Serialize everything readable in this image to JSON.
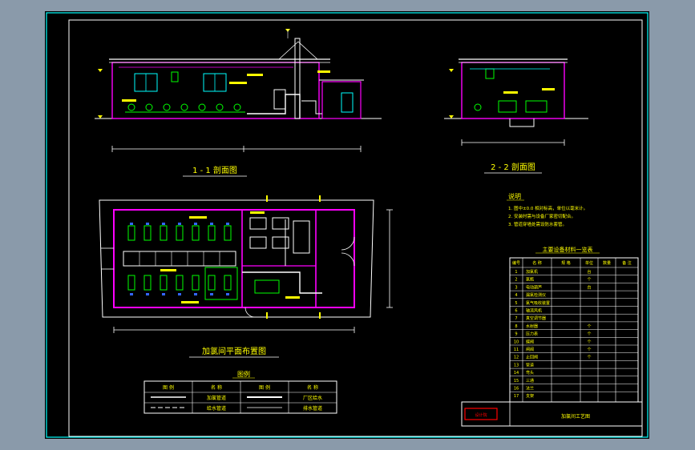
{
  "drawing": {
    "section_a_title": "1 - 1 剖面图",
    "section_b_title": "2 - 2 剖面图",
    "plan_title": "加氯间平面布置图",
    "notes_title": "说明",
    "notes": [
      "1. 图中±0.0 相对标高，单位以毫米计。",
      "2. 安装时需与设备厂家密切配合。",
      "3. 管道穿墙处需设防水套管。"
    ],
    "legend": {
      "title": "图例",
      "headers": [
        "图 例",
        "名 称",
        "图 例",
        "名 称"
      ],
      "rows": [
        {
          "name_left": "加氯管道",
          "name_right": "厂区给水"
        },
        {
          "name_left": "给水管道",
          "name_right": "排水管道"
        }
      ]
    },
    "materials_table": {
      "title": "主要设备材料一览表",
      "headers": [
        "编号",
        "名 称",
        "规 格",
        "单位",
        "数量",
        "备 注"
      ],
      "rows": [
        {
          "no": "1",
          "name": "加氯机",
          "spec": "",
          "unit": "台",
          "qty": "",
          "note": ""
        },
        {
          "no": "2",
          "name": "氯瓶",
          "spec": "",
          "unit": "个",
          "qty": "",
          "note": ""
        },
        {
          "no": "3",
          "name": "电动葫芦",
          "spec": "",
          "unit": "台",
          "qty": "",
          "note": ""
        },
        {
          "no": "4",
          "name": "漏氯检测仪",
          "spec": "",
          "unit": "",
          "qty": "",
          "note": ""
        },
        {
          "no": "5",
          "name": "氯气吸收装置",
          "spec": "",
          "unit": "",
          "qty": "",
          "note": ""
        },
        {
          "no": "6",
          "name": "轴流风机",
          "spec": "",
          "unit": "",
          "qty": "",
          "note": ""
        },
        {
          "no": "7",
          "name": "真空调节器",
          "spec": "",
          "unit": "",
          "qty": "",
          "note": ""
        },
        {
          "no": "8",
          "name": "水射器",
          "spec": "",
          "unit": "个",
          "qty": "",
          "note": ""
        },
        {
          "no": "9",
          "name": "压力表",
          "spec": "",
          "unit": "个",
          "qty": "",
          "note": ""
        },
        {
          "no": "10",
          "name": "蝶阀",
          "spec": "",
          "unit": "个",
          "qty": "",
          "note": ""
        },
        {
          "no": "11",
          "name": "闸阀",
          "spec": "",
          "unit": "个",
          "qty": "",
          "note": ""
        },
        {
          "no": "12",
          "name": "止回阀",
          "spec": "",
          "unit": "个",
          "qty": "",
          "note": ""
        },
        {
          "no": "13",
          "name": "管道",
          "spec": "",
          "unit": "",
          "qty": "",
          "note": ""
        },
        {
          "no": "14",
          "name": "弯头",
          "spec": "",
          "unit": "",
          "qty": "",
          "note": ""
        },
        {
          "no": "15",
          "name": "三通",
          "spec": "",
          "unit": "",
          "qty": "",
          "note": ""
        },
        {
          "no": "16",
          "name": "法兰",
          "spec": "",
          "unit": "",
          "qty": "",
          "note": ""
        },
        {
          "no": "17",
          "name": "支架",
          "spec": "",
          "unit": "",
          "qty": "",
          "note": ""
        }
      ]
    },
    "title_block_text": "加氯间工艺图",
    "stamp_text": "设计院",
    "colors": {
      "frame": "#00ffff",
      "text": "#ffff00",
      "walls": "#ff00ff",
      "lines": "#ffffff",
      "equipment": "#00ff00",
      "stamp": "#ff0000"
    }
  }
}
